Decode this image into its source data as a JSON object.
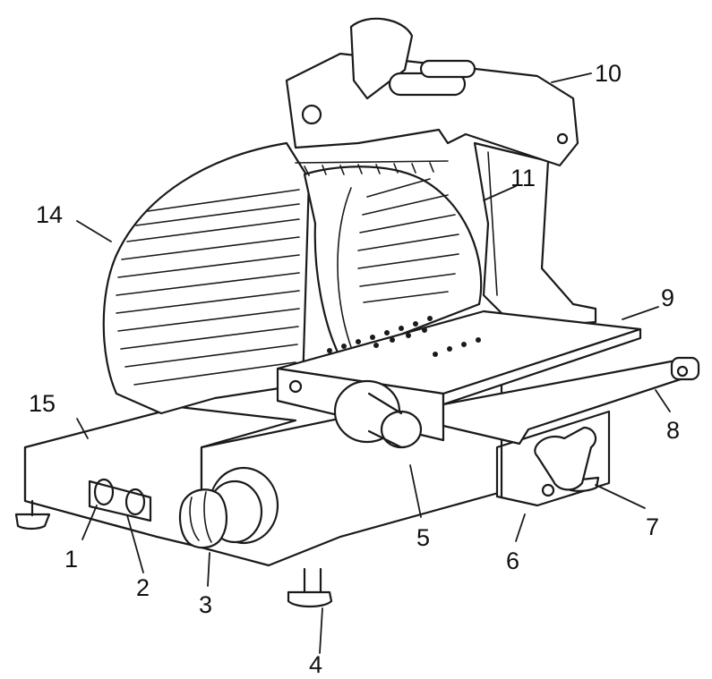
{
  "figure": {
    "labels": [
      {
        "id": "1",
        "text": "1"
      },
      {
        "id": "2",
        "text": "2"
      },
      {
        "id": "3",
        "text": "3"
      },
      {
        "id": "4",
        "text": "4"
      },
      {
        "id": "5",
        "text": "5"
      },
      {
        "id": "6",
        "text": "6"
      },
      {
        "id": "7",
        "text": "7"
      },
      {
        "id": "8",
        "text": "8"
      },
      {
        "id": "9",
        "text": "9"
      },
      {
        "id": "10",
        "text": "10"
      },
      {
        "id": "11",
        "text": "11"
      },
      {
        "id": "14",
        "text": "14"
      },
      {
        "id": "15",
        "text": "15"
      }
    ]
  }
}
